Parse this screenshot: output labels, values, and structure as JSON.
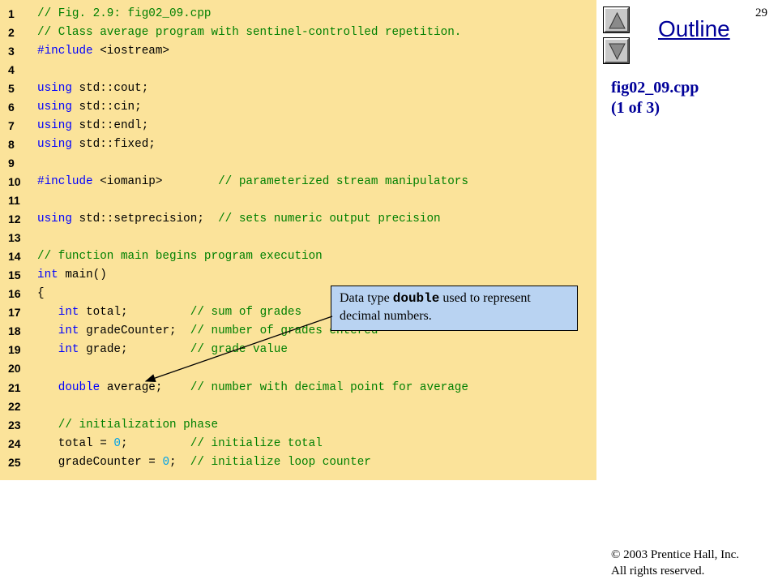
{
  "page_number": "29",
  "outline": {
    "title": "Outline",
    "up_icon": "triangle-up-icon",
    "down_icon": "triangle-down-icon"
  },
  "side_label": {
    "file_name": "fig02_09.cpp",
    "page_of": "(1 of 3)"
  },
  "callout": {
    "text_before": "Data type ",
    "keyword": "double",
    "text_after": " used to represent decimal numbers."
  },
  "copyright": {
    "line1": "© 2003 Prentice Hall, Inc.",
    "line2": "All rights reserved."
  },
  "code_lines": [
    {
      "n": "1",
      "parts": [
        [
          "c",
          "// Fig. 2.9: fig02_09.cpp"
        ]
      ]
    },
    {
      "n": "2",
      "parts": [
        [
          "c",
          "// Class average program with sentinel-controlled repetition."
        ]
      ]
    },
    {
      "n": "3",
      "parts": [
        [
          "k",
          "#include"
        ],
        [
          "t",
          " <iostream>"
        ]
      ]
    },
    {
      "n": "4",
      "parts": []
    },
    {
      "n": "5",
      "parts": [
        [
          "k",
          "using"
        ],
        [
          "t",
          " std::cout;"
        ]
      ]
    },
    {
      "n": "6",
      "parts": [
        [
          "k",
          "using"
        ],
        [
          "t",
          " std::cin;"
        ]
      ]
    },
    {
      "n": "7",
      "parts": [
        [
          "k",
          "using"
        ],
        [
          "t",
          " std::endl;"
        ]
      ]
    },
    {
      "n": "8",
      "parts": [
        [
          "k",
          "using"
        ],
        [
          "t",
          " std::fixed;"
        ]
      ]
    },
    {
      "n": "9",
      "parts": []
    },
    {
      "n": "10",
      "parts": [
        [
          "k",
          "#include"
        ],
        [
          "t",
          " <iomanip>        "
        ],
        [
          "c",
          "// parameterized stream manipulators"
        ]
      ]
    },
    {
      "n": "11",
      "parts": []
    },
    {
      "n": "12",
      "parts": [
        [
          "k",
          "using"
        ],
        [
          "t",
          " std::setprecision;  "
        ],
        [
          "c",
          "// sets numeric output precision"
        ]
      ]
    },
    {
      "n": "13",
      "parts": []
    },
    {
      "n": "14",
      "parts": [
        [
          "c",
          "// function main begins program execution"
        ]
      ]
    },
    {
      "n": "15",
      "parts": [
        [
          "k",
          "int"
        ],
        [
          "t",
          " main()"
        ]
      ]
    },
    {
      "n": "16",
      "parts": [
        [
          "t",
          "{"
        ]
      ]
    },
    {
      "n": "17",
      "parts": [
        [
          "t",
          "   "
        ],
        [
          "k",
          "int"
        ],
        [
          "t",
          " total;         "
        ],
        [
          "c",
          "// sum of grades"
        ]
      ]
    },
    {
      "n": "18",
      "parts": [
        [
          "t",
          "   "
        ],
        [
          "k",
          "int"
        ],
        [
          "t",
          " gradeCounter;  "
        ],
        [
          "c",
          "// number of grades entered"
        ]
      ]
    },
    {
      "n": "19",
      "parts": [
        [
          "t",
          "   "
        ],
        [
          "k",
          "int"
        ],
        [
          "t",
          " grade;         "
        ],
        [
          "c",
          "// grade value"
        ]
      ]
    },
    {
      "n": "20",
      "parts": []
    },
    {
      "n": "21",
      "parts": [
        [
          "t",
          "   "
        ],
        [
          "k",
          "double"
        ],
        [
          "t",
          " average;    "
        ],
        [
          "c",
          "// number with decimal point for average"
        ]
      ]
    },
    {
      "n": "22",
      "parts": []
    },
    {
      "n": "23",
      "parts": [
        [
          "t",
          "   "
        ],
        [
          "c",
          "// initialization phase"
        ]
      ]
    },
    {
      "n": "24",
      "parts": [
        [
          "t",
          "   total = "
        ],
        [
          "n",
          "0"
        ],
        [
          "t",
          ";         "
        ],
        [
          "c",
          "// initialize total"
        ]
      ]
    },
    {
      "n": "25",
      "parts": [
        [
          "t",
          "   gradeCounter = "
        ],
        [
          "n",
          "0"
        ],
        [
          "t",
          ";  "
        ],
        [
          "c",
          "// initialize loop counter"
        ]
      ]
    }
  ]
}
